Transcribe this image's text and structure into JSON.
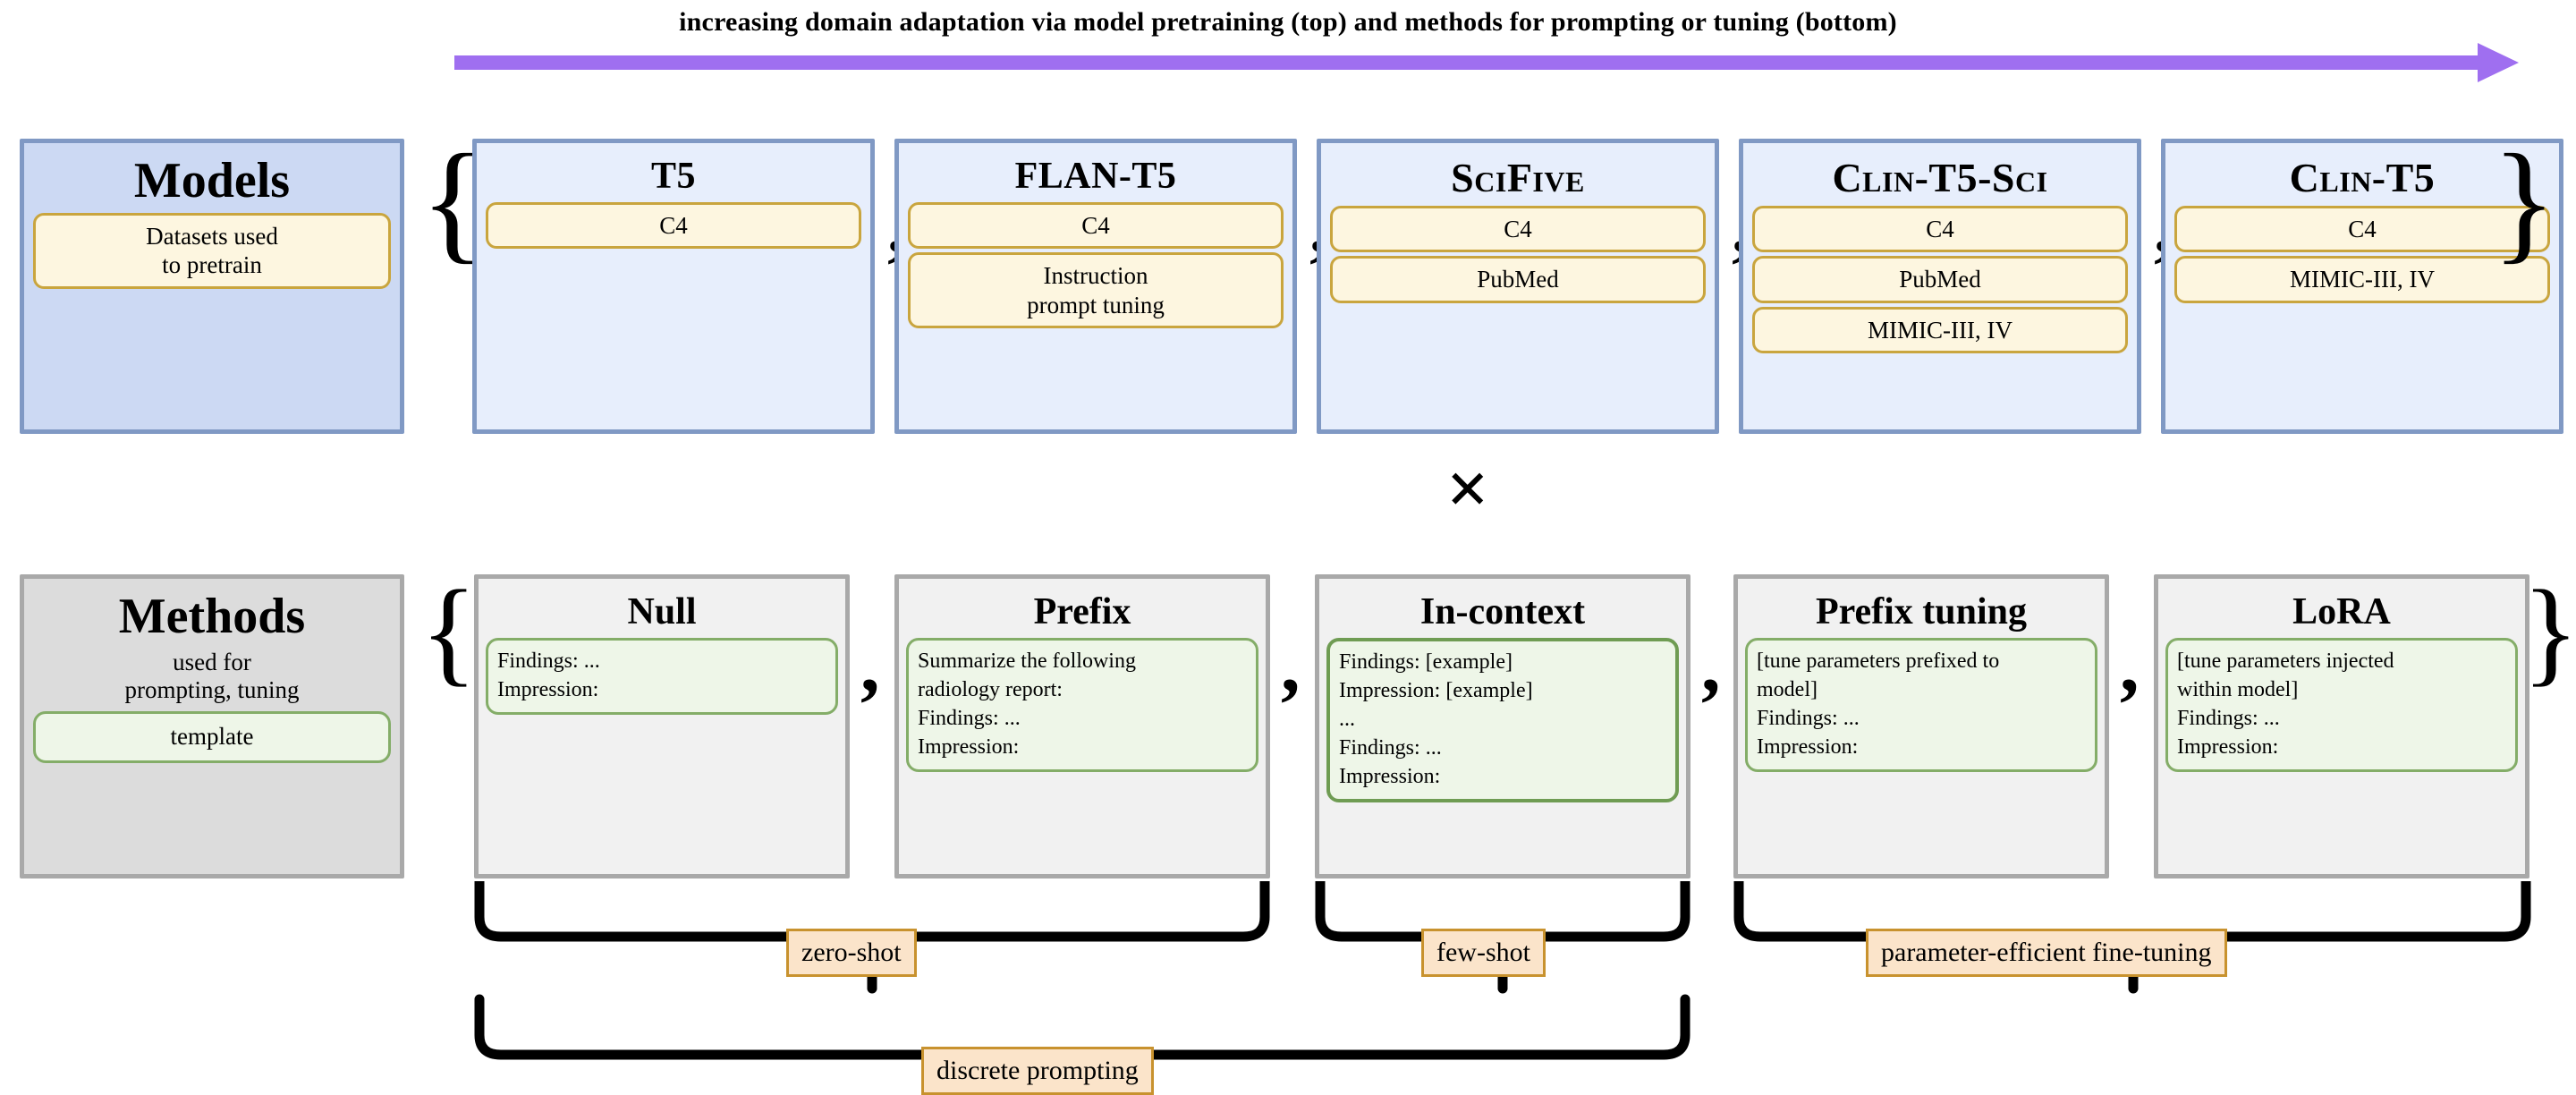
{
  "arrow": {
    "caption": "increasing domain adaptation via model pretraining (top) and methods for prompting or tuning (bottom)",
    "color": "#9f6ff0"
  },
  "operator": {
    "symbol": "×"
  },
  "separators": {
    "comma": ",",
    "brace_open": "{",
    "brace_close": "}"
  },
  "models_row": {
    "legend": {
      "title": "Models",
      "pill": "Datasets used\nto pretrain"
    },
    "items": [
      {
        "name": "T5",
        "smallcaps": false,
        "datasets": [
          "C4"
        ]
      },
      {
        "name": "FLAN-T5",
        "smallcaps": false,
        "datasets": [
          "C4",
          "Instruction\nprompt tuning"
        ]
      },
      {
        "name": "SciFive",
        "smallcaps": true,
        "datasets": [
          "C4",
          "PubMed"
        ]
      },
      {
        "name": "Clin-T5-Sci",
        "smallcaps": true,
        "datasets": [
          "C4",
          "PubMed",
          "MIMIC-III, IV"
        ]
      },
      {
        "name": "Clin-T5",
        "smallcaps": true,
        "datasets": [
          "C4",
          "MIMIC-III, IV"
        ]
      }
    ]
  },
  "methods_row": {
    "legend": {
      "title": "Methods",
      "subtitle": "used for\nprompting, tuning",
      "pill": "template"
    },
    "items": [
      {
        "name": "Null",
        "template": "Findings: ...\nImpression:"
      },
      {
        "name": "Prefix",
        "template": "Summarize the following\nradiology report:\nFindings: ...\nImpression:"
      },
      {
        "name": "In-context",
        "template": "Findings: [example]\nImpression: [example]\n...\nFindings: ...\nImpression:"
      },
      {
        "name": "Prefix tuning",
        "template": "[tune parameters prefixed to\nmodel]\nFindings: ...\nImpression:"
      },
      {
        "name": "LoRA",
        "template": "[tune parameters injected\nwithin model]\nFindings: ...\nImpression:"
      }
    ]
  },
  "bracket_labels": {
    "zero_shot": "zero-shot",
    "few_shot": "few-shot",
    "peft": "parameter-efficient fine-tuning",
    "discrete_prompting": "discrete prompting"
  },
  "colors": {
    "model_box_border": "#8099c4",
    "model_box_fill": "#e7eefc",
    "model_legend_fill": "#ccd9f3",
    "dataset_pill_border": "#c9a53e",
    "dataset_pill_fill": "#fdf6e0",
    "method_box_border": "#a9a9a9",
    "method_box_fill": "#f1f1f1",
    "method_legend_fill": "#dcdcdc",
    "template_pill_border": "#84ad68",
    "template_pill_fill": "#eef6e8",
    "bracket_label_border": "#c8922e",
    "bracket_label_fill": "#fbe4ca",
    "arrow": "#9f6ff0"
  }
}
